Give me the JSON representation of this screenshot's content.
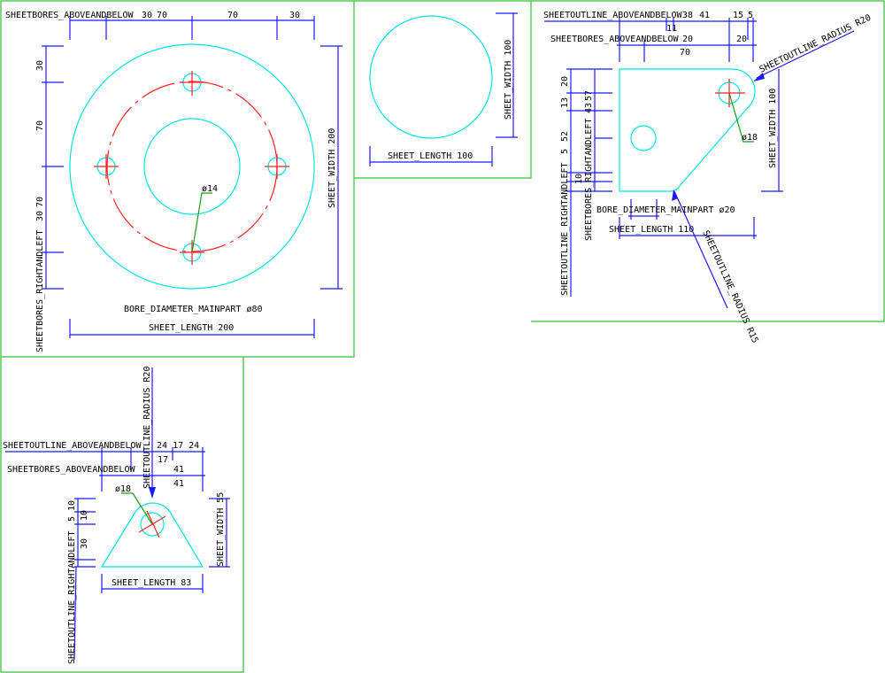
{
  "colors": {
    "geometry": "#00e5e5",
    "dimension": "#1a1aff",
    "centerline": "#ff2020",
    "leader": "#1a9a1a",
    "frame": "#55cc55"
  },
  "view1": {
    "bores_above_below": "SHEETBORES_ABOVEANDBELOW",
    "d_top": [
      "30",
      "70",
      "70",
      "30"
    ],
    "d_left": [
      "30",
      "70",
      "30",
      "70"
    ],
    "bores_right_left": "SHEETBORES_RIGHTANDLEFT",
    "sheet_width": "SHEET_WIDTH  200",
    "bore_main": "BORE_DIAMETER_MAINPART  ø80",
    "sheet_length": "SHEET_LENGTH  200",
    "bore_dia": "ø14"
  },
  "view2": {
    "sheet_width": "SHEET_WIDTH  100",
    "sheet_length": "SHEET_LENGTH  100"
  },
  "view3": {
    "outline_above_below": "SHEETOUTLINE_ABOVEANDBELOW",
    "d_top1": "38",
    "d_top2": "41",
    "d_top3": "15",
    "d_top4": "5",
    "d_top5": "11",
    "bores_above_below": "SHEETBORES_ABOVEANDBELOW",
    "d_b1": "20",
    "d_b2": "20",
    "d_b3": "70",
    "radius_r20": "SHEETOUTLINE_RADIUS   R20",
    "sheet_width": "SHEET_WIDTH  100",
    "bore_dia": "ø18",
    "d_left1": "20",
    "d_left2": "13",
    "d_left3": "5",
    "d_left4": "52",
    "d_left5": "10",
    "d_left6": "43",
    "d_left7": "57",
    "outline_right_left": "SHEETOUTLINE_RIGHTANDLEFT",
    "bores_right_left": "SHEETBORES_RIGHTANDLEFT",
    "bore_main": "BORE_DIAMETER_MAINPART  ø20",
    "sheet_length": "SHEET_LENGTH  110",
    "radius_r15": "SHEETOUTLINE_RADIUS   R15"
  },
  "view4": {
    "radius_r20": "SHEETOUTLINE_RADIUS   R20",
    "outline_above_below": "SHEETOUTLINE_ABOVEANDBELOW",
    "d_top": "24 17  24",
    "d_17": "17",
    "bores_above_below": "SHEETBORES_ABOVEANDBELOW",
    "d_41a": "41",
    "d_41b": "41",
    "bore_dia": "ø18",
    "d_left": [
      "10",
      "5",
      "10",
      "30"
    ],
    "sheet_width": "SHEET_WIDTH  55",
    "sheet_length": "SHEET_LENGTH  83",
    "outline_right_left": "SHEETOUTLINE_RIGHTANDLEFT"
  }
}
